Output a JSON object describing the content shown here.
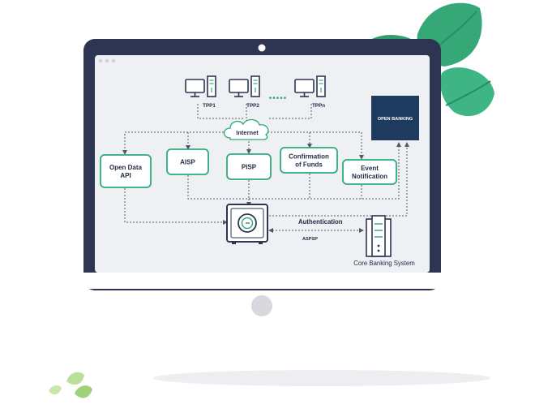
{
  "tpps": [
    {
      "label": "TPP1"
    },
    {
      "label": "TPP2"
    },
    {
      "label": "TPPn"
    }
  ],
  "ellipsis": "•••••",
  "internet_label": "Internet",
  "apis": [
    {
      "lines": [
        "Open Data",
        "API"
      ]
    },
    {
      "lines": [
        "AISP"
      ]
    },
    {
      "lines": [
        "PISP"
      ]
    },
    {
      "lines": [
        "Confirmation",
        "of Funds"
      ]
    },
    {
      "lines": [
        "Event",
        "Notification"
      ]
    }
  ],
  "open_banking_label": "OPEN BANKING",
  "authentication_label": "Authentication",
  "aspsp_label": "ASPSP",
  "core_banking_label": "Core Banking System",
  "colors": {
    "frame": "#2e3552",
    "screen": "#eff0f3",
    "accent": "#2bab7c",
    "navy": "#1f3a5f",
    "text": "#1f2a44",
    "leaf": "#3aac7d",
    "line": "#54586a"
  }
}
